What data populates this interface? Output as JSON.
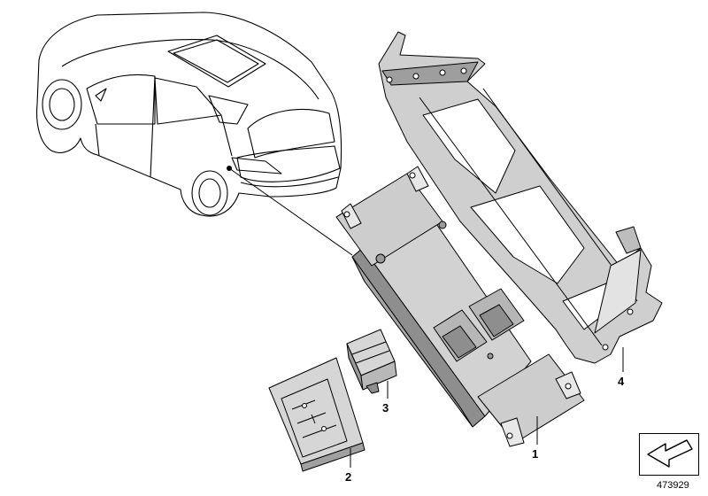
{
  "diagram": {
    "callouts": {
      "part1": "1",
      "part2": "2",
      "part3": "3",
      "part4": "4"
    },
    "document_number": "473929",
    "icons": [
      "car-outline",
      "control-unit",
      "bracket-frame",
      "small-cover",
      "connector-block",
      "navigation-arrow-icon"
    ],
    "colors": {
      "metal_light": "#d9d9d9",
      "metal_mid": "#bdbdbd",
      "metal_dark": "#8e8e8e",
      "outline": "#000000"
    }
  }
}
